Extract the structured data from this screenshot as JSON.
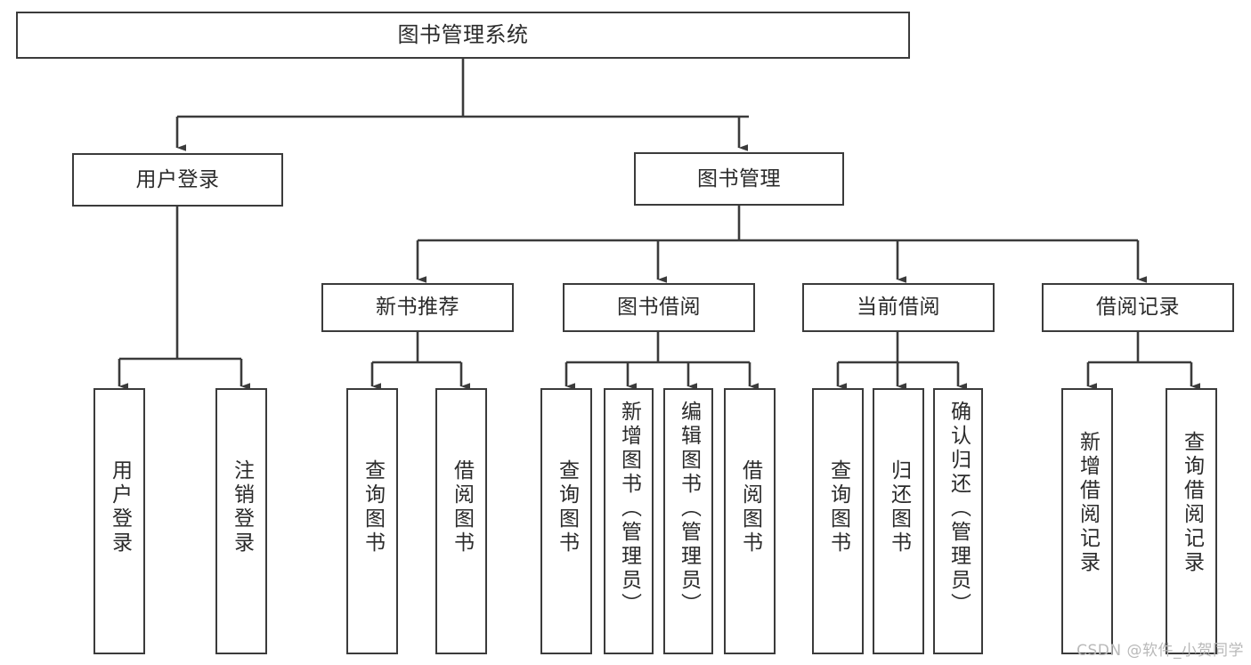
{
  "diagram": {
    "type": "tree-hierarchy",
    "title": "图书管理系统",
    "watermark": "CSDN @软件_小贺同学",
    "colors": {
      "background": "#ffffff",
      "node_fill": "#ffffff",
      "node_border": "#3b3b3b",
      "edge": "#3b3b3b",
      "text": "#2b2b2b",
      "watermark": "#b9b9b9"
    },
    "nodes": {
      "root": {
        "label": "图书管理系统",
        "level": 0
      },
      "user_login": {
        "label": "用户登录",
        "level": 1
      },
      "book_manage": {
        "label": "图书管理",
        "level": 1
      },
      "new_book_rec": {
        "label": "新书推荐",
        "level": 2
      },
      "book_borrow": {
        "label": "图书借阅",
        "level": 2
      },
      "current_borrow": {
        "label": "当前借阅",
        "level": 2
      },
      "borrow_record": {
        "label": "借阅记录",
        "level": 2
      },
      "leaf_user_login": {
        "label": "用户登录",
        "level": 2
      },
      "leaf_logout": {
        "label": "注销登录",
        "level": 2
      },
      "leaf_query_book_1": {
        "label": "查询图书",
        "level": 3
      },
      "leaf_borrow_book_1": {
        "label": "借阅图书",
        "level": 3
      },
      "leaf_query_book_2": {
        "label": "查询图书",
        "level": 3
      },
      "leaf_add_book": {
        "label": "新增图书（管理员）",
        "level": 3
      },
      "leaf_edit_book": {
        "label": "编辑图书（管理员）",
        "level": 3
      },
      "leaf_borrow_book_2": {
        "label": "借阅图书",
        "level": 3
      },
      "leaf_query_book_3": {
        "label": "查询图书",
        "level": 3
      },
      "leaf_return_book": {
        "label": "归还图书",
        "level": 3
      },
      "leaf_confirm_return": {
        "label": "确认归还（管理员）",
        "level": 3
      },
      "leaf_add_record": {
        "label": "新增借阅记录",
        "level": 3
      },
      "leaf_query_record": {
        "label": "查询借阅记录",
        "level": 3
      }
    },
    "edges": [
      {
        "from": "root",
        "to": "user_login"
      },
      {
        "from": "root",
        "to": "book_manage"
      },
      {
        "from": "user_login",
        "to": "leaf_user_login"
      },
      {
        "from": "user_login",
        "to": "leaf_logout"
      },
      {
        "from": "book_manage",
        "to": "new_book_rec"
      },
      {
        "from": "book_manage",
        "to": "book_borrow"
      },
      {
        "from": "book_manage",
        "to": "current_borrow"
      },
      {
        "from": "book_manage",
        "to": "borrow_record"
      },
      {
        "from": "new_book_rec",
        "to": "leaf_query_book_1"
      },
      {
        "from": "new_book_rec",
        "to": "leaf_borrow_book_1"
      },
      {
        "from": "book_borrow",
        "to": "leaf_query_book_2"
      },
      {
        "from": "book_borrow",
        "to": "leaf_add_book"
      },
      {
        "from": "book_borrow",
        "to": "leaf_edit_book"
      },
      {
        "from": "book_borrow",
        "to": "leaf_borrow_book_2"
      },
      {
        "from": "current_borrow",
        "to": "leaf_query_book_3"
      },
      {
        "from": "current_borrow",
        "to": "leaf_return_book"
      },
      {
        "from": "current_borrow",
        "to": "leaf_confirm_return"
      },
      {
        "from": "borrow_record",
        "to": "leaf_add_record"
      },
      {
        "from": "borrow_record",
        "to": "leaf_query_record"
      }
    ]
  }
}
